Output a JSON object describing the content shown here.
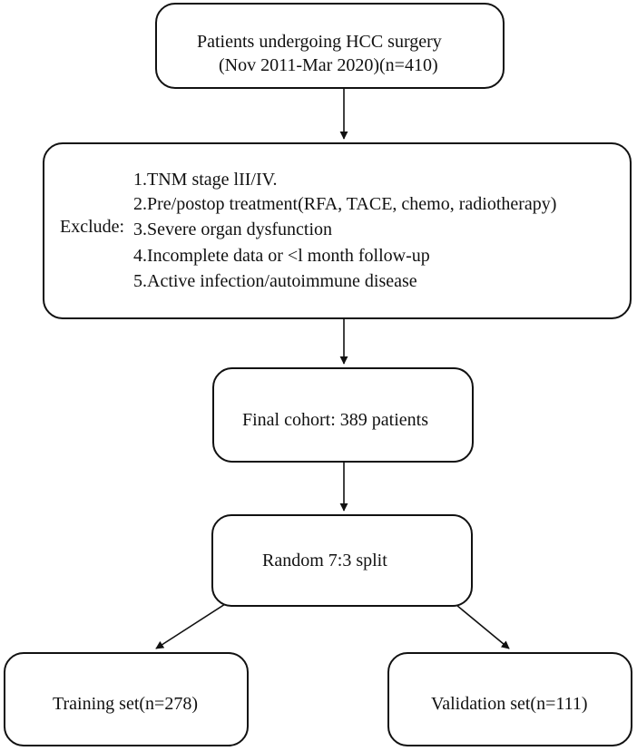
{
  "boxes": {
    "top": {
      "line1": "Patients undergoing HCC surgery",
      "line2": "(Nov 2011-Mar 2020)(n=410)"
    },
    "exclude": {
      "label": "Exclude:",
      "criteria": [
        "1.TNM stage lII/IV.",
        "2.Pre/postop treatment(RFA, TACE, chemo, radiotherapy)",
        "3.Severe organ dysfunction",
        "4.Incomplete data or <l month follow-up",
        "5.Active infection/autoimmune disease"
      ]
    },
    "final": {
      "label": "Final cohort: 389 patients"
    },
    "split": {
      "label": "Random 7:3 split"
    },
    "training": {
      "label": "Training set(n=278)"
    },
    "validation": {
      "label": "Validation set(n=111)"
    }
  },
  "colors": {
    "stroke": "#111111",
    "background": "#ffffff"
  }
}
